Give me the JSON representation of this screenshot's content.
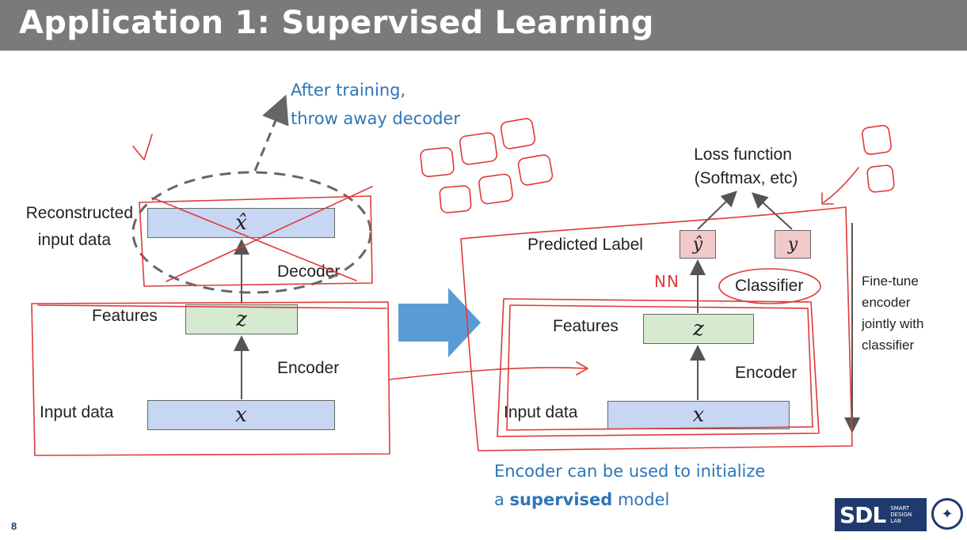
{
  "header": {
    "title": "Application 1: Supervised Learning"
  },
  "left": {
    "reconstructed_label_1": "Reconstructed",
    "reconstructed_label_2": "input data",
    "decoder_label": "Decoder",
    "features_label": "Features",
    "encoder_label": "Encoder",
    "input_label": "Input data",
    "xhat": "x̂",
    "z": "z",
    "x": "x"
  },
  "note_top": {
    "line1": "After training,",
    "line2": "throw away decoder"
  },
  "right": {
    "loss_line1": "Loss function",
    "loss_line2": "(Softmax, etc)",
    "predicted_label": "Predicted Label",
    "yhat": "ŷ",
    "y": "y",
    "nn_annotation": "NN",
    "classifier_label": "Classifier",
    "features_label": "Features",
    "encoder_label": "Encoder",
    "input_label": "Input data",
    "z": "z",
    "x": "x"
  },
  "side_note": {
    "line1": "Fine-tune",
    "line2": "encoder",
    "line3": "jointly with",
    "line4": "classifier"
  },
  "note_bottom": {
    "line1": "Encoder can be used to initialize",
    "line2_pre": "a ",
    "line2_bold": "supervised",
    "line2_post": " model"
  },
  "footer": {
    "page_number": "8",
    "logo_main": "SDL",
    "logo_sub_1": "SMART",
    "logo_sub_2": "DESIGN",
    "logo_sub_3": "LAB"
  },
  "colors": {
    "header_bg": "#7a7a7a",
    "accent_blue": "#2e75b6",
    "annotation_red": "#e03a3a",
    "box_blue": "#c7d6f2",
    "box_green": "#d6ead0",
    "box_pink": "#f2c9c9"
  }
}
